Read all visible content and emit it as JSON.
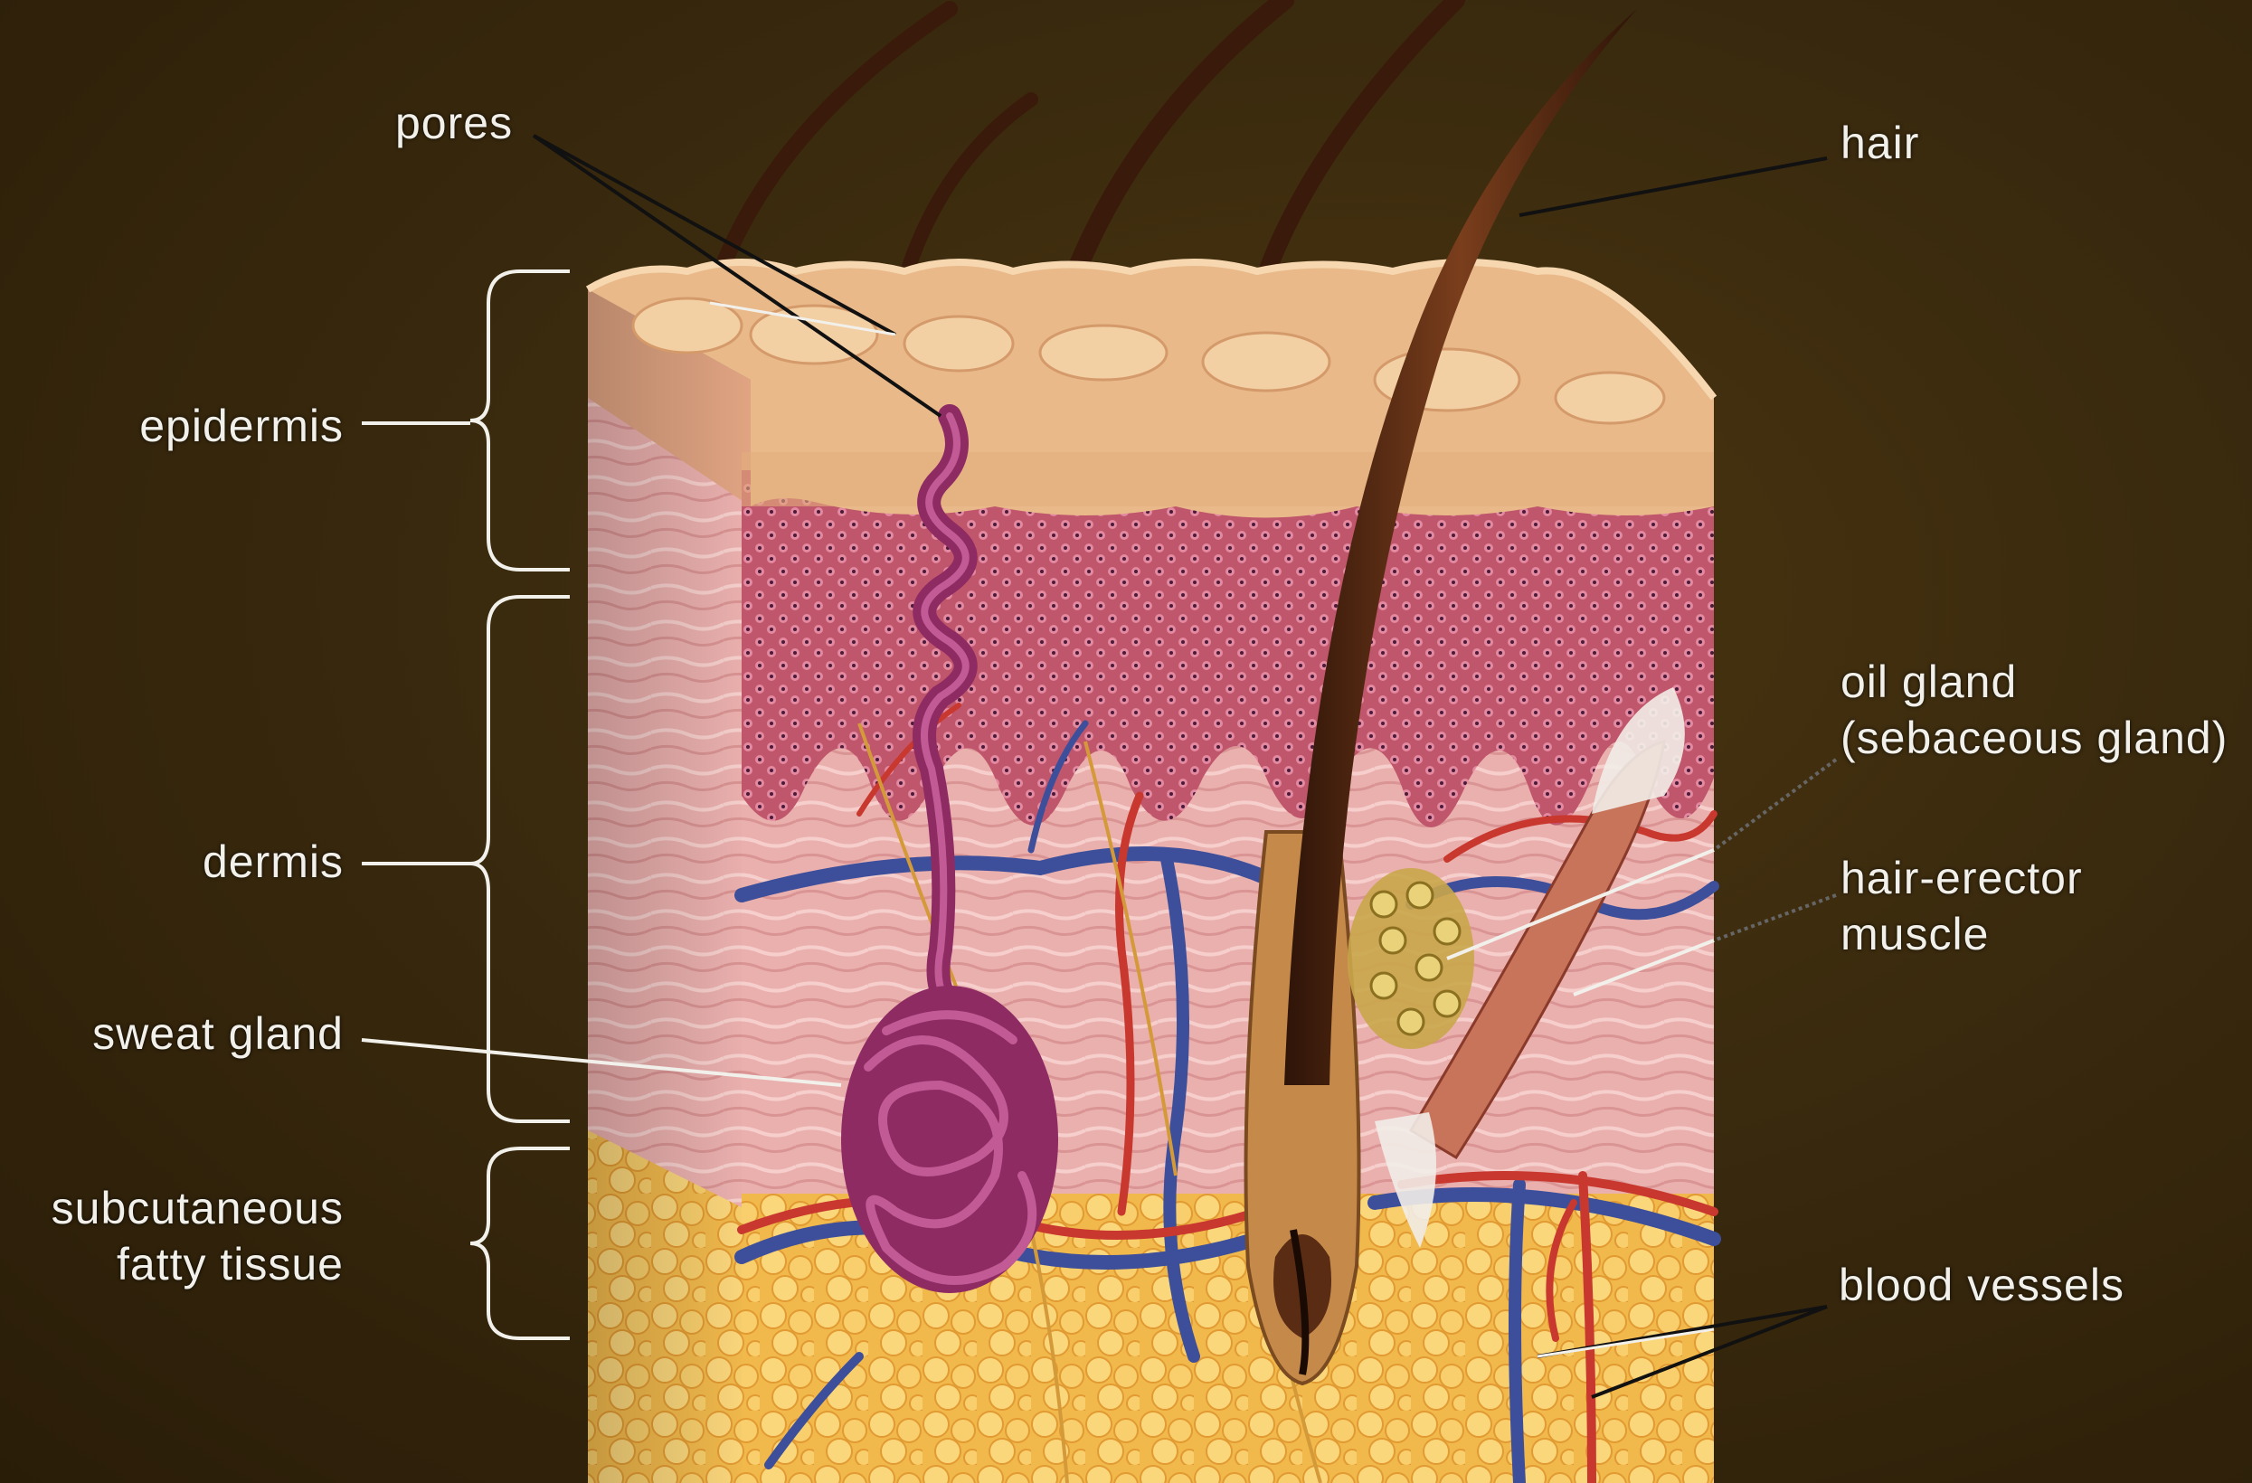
{
  "labels": {
    "pores": "pores",
    "hair": "hair",
    "epidermis": "epidermis",
    "dermis": "dermis",
    "sweat_gland": "sweat gland",
    "subcutaneous_line1": "subcutaneous",
    "subcutaneous_line2": "fatty tissue",
    "oil_gland_line1": "oil gland",
    "oil_gland_line2": "(sebaceous gland)",
    "hair_erector_line1": "hair-erector",
    "hair_erector_line2": "muscle",
    "blood_vessels": "blood vessels"
  },
  "colors": {
    "background": "#3a2a0e",
    "epidermis_surface": "#e9b98a",
    "dermis": "#e8a6a6",
    "papillary_layer": "#b8546a",
    "fat": "#f4c25a",
    "sweat_gland": "#8e2b63",
    "hair": "#5a2c14",
    "vein": "#3d4f9a",
    "artery": "#c8382e",
    "label_text": "#f2f0ea",
    "leader_line": "#111111"
  }
}
